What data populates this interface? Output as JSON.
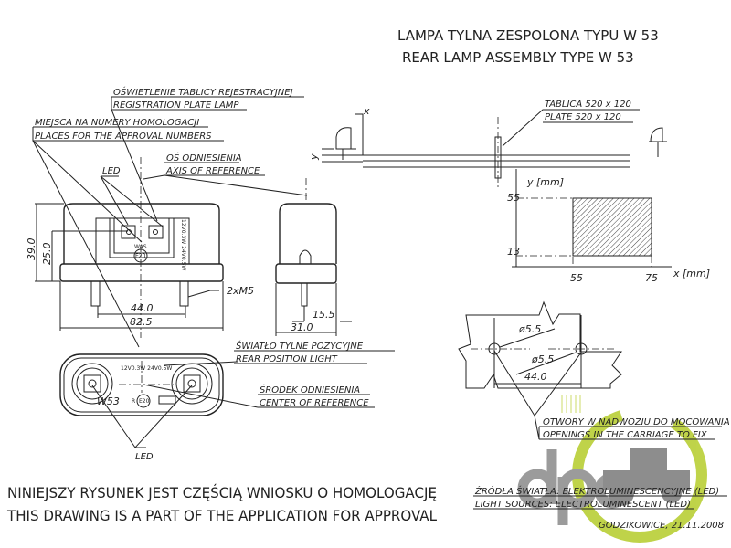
{
  "title": {
    "pl": "LAMPA TYLNA ZESPOLONA TYPU W 53",
    "en": "REAR LAMP ASSEMBLY TYPE W 53"
  },
  "labels": {
    "plate_lamp_pl": "OŚWIETLENIE TABLICY REJESTRACYJNEJ",
    "plate_lamp_en": "REGISTRATION PLATE LAMP",
    "approval_pl": "MIEJSCA NA NUMERY HOMOLOGACJI",
    "approval_en": "PLACES FOR THE APPROVAL NUMBERS",
    "axis_pl": "OŚ ODNIESIENIA",
    "axis_en": "AXIS OF REFERENCE",
    "led_top": "LED",
    "led_bottom": "LED",
    "rear_pos_pl": "ŚWIATŁO TYLNE POZYCYJNE",
    "rear_pos_en": "REAR POSITION LIGHT",
    "center_pl": "ŚRODEK ODNIESIENIA",
    "center_en": "CENTER OF REFERENCE",
    "plate_pl": "TABLICA 520 x 120",
    "plate_en": "PLATE 520 x 120",
    "openings_pl": "OTWORY W NADWOZIU DO MOCOWANIA",
    "openings_en": "OPENINGS IN THE CARRIAGE TO FIX",
    "sources_pl": "ŹRÓDŁA ŚWIATŁA: ELEKTROLUMINESCENCYJNE (LED)",
    "sources_en": "LIGHT SOURCES: ELECTROLUMINESCENT (LED)",
    "screw": "2xM5",
    "x": "x",
    "y": "y"
  },
  "marks": {
    "was": "WAS",
    "e20": "E20",
    "model": "W53",
    "rating": "12V0.3W 24V0.5W",
    "side": "12V0.3W 24V0.5W",
    "r": "R",
    "e20b": "E20"
  },
  "dimensions": {
    "h39": "39.0",
    "h25": "25.0",
    "w44": "44.0",
    "w825": "82.5",
    "s155": "15.5",
    "s31": "31.0",
    "d1": "ø5.5",
    "d2": "ø5.5",
    "hole44": "44.0"
  },
  "graph": {
    "ylabel": "y [mm]",
    "xlabel": "x [mm]",
    "y55": "55",
    "y13": "13",
    "x55": "55",
    "x75": "75"
  },
  "footer": {
    "statement_pl": "NINIEJSZY RYSUNEK JEST CZĘŚCIĄ WNIOSKU O HOMOLOGACJĘ",
    "statement_en": "THIS DRAWING IS A PART OF THE APPLICATION FOR APPROVAL",
    "place_date": "GODZIKOWICE, 21.11.2008"
  },
  "watermark": "dpa",
  "colors": {
    "ink": "#222222",
    "watermark_gray": "#8a8a8a",
    "watermark_green": "#b5cc2a"
  }
}
